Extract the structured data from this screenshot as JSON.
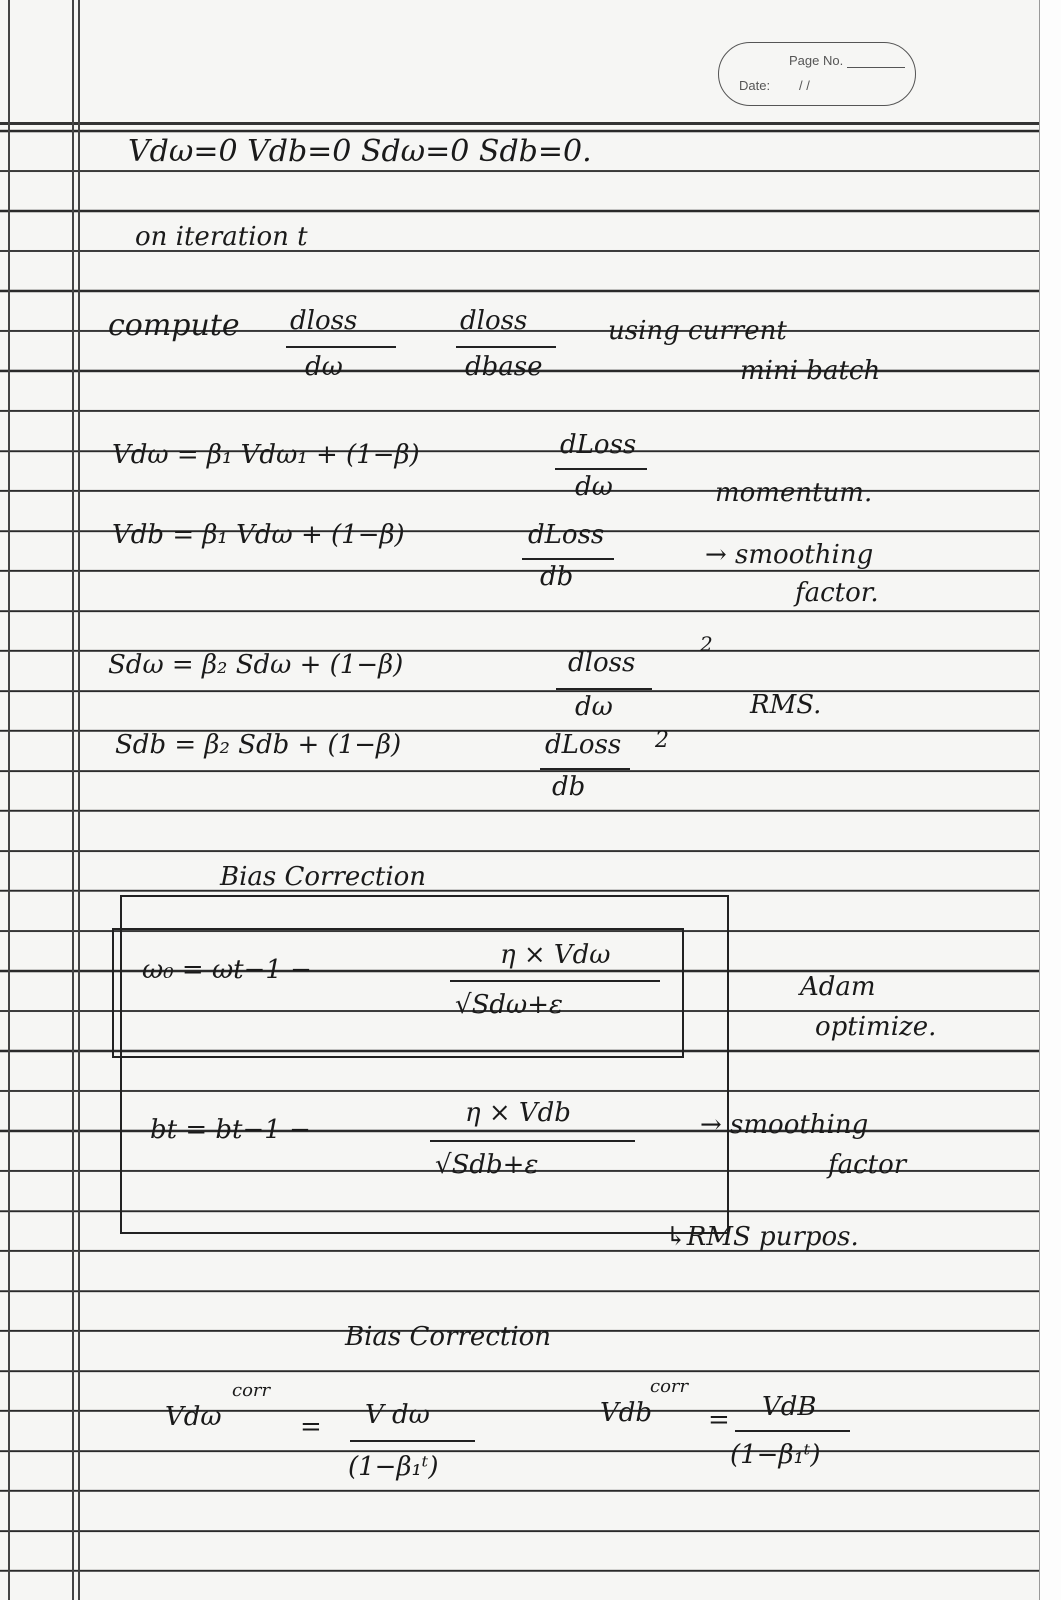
{
  "header": {
    "page_no_label": "Page No.",
    "date_label": "Date:",
    "date_value": "/ /"
  },
  "notes": {
    "line1": "Vdω=0  Vdb=0  Sdω=0  Sdb=0.",
    "line2": "on iteration t",
    "compute": "compute",
    "frac1_num": "dloss",
    "frac1_den": "dω",
    "frac2_num": "dloss",
    "frac2_den": "dbase",
    "using": "using current",
    "mini_batch": "mini batch",
    "vdw_eq": "Vdω = β₁ Vdω₁ + (1−β)",
    "vdw_frac_num": "dLoss",
    "vdw_frac_den": "dω",
    "momentum": "momentum.",
    "vdb_eq": "Vdb = β₁ Vdω + (1−β)",
    "vdb_frac_num": "dLoss",
    "vdb_frac_den": "db",
    "smoothing1": "→ smoothing",
    "factor1": "factor.",
    "sdw_eq": "Sdω = β₂ Sdω + (1−β)",
    "sdw_frac_num": "dloss",
    "sdw_frac_den": "dω",
    "sdw_power": "2",
    "rms": "RMS.",
    "sdb_eq": "Sdb = β₂ Sdb + (1−β)",
    "sdb_frac_num": "dLoss",
    "sdb_frac_den": "db",
    "sdb_power": "2",
    "bias_title1": "Bias Correction",
    "w_update_lhs": "ω₀ = ωt−1 −",
    "w_update_num": "η × Vdω",
    "w_update_den": "√Sdω+ε",
    "adam1": "Adam",
    "adam2": "optimize.",
    "b_update_lhs": "bt = bt−1 −",
    "b_update_num": "η × Vdb",
    "b_update_den": "√Sdb+ε",
    "smoothing2": "→ smoothing",
    "factor2": "factor",
    "rms_purpose": "↳RMS purpos.",
    "bias_title2": "Bias Correction",
    "vdw_corr_lhs": "Vdω",
    "vdw_corr_sup": "corr",
    "vdw_corr_num": "V dω",
    "vdw_corr_den": "(1−β₁ᵗ)",
    "vdb_corr_lhs": "Vdb",
    "vdb_corr_sup": "corr",
    "vdb_corr_num": "VdB",
    "vdb_corr_den": "(1−β₁ᵗ)"
  }
}
